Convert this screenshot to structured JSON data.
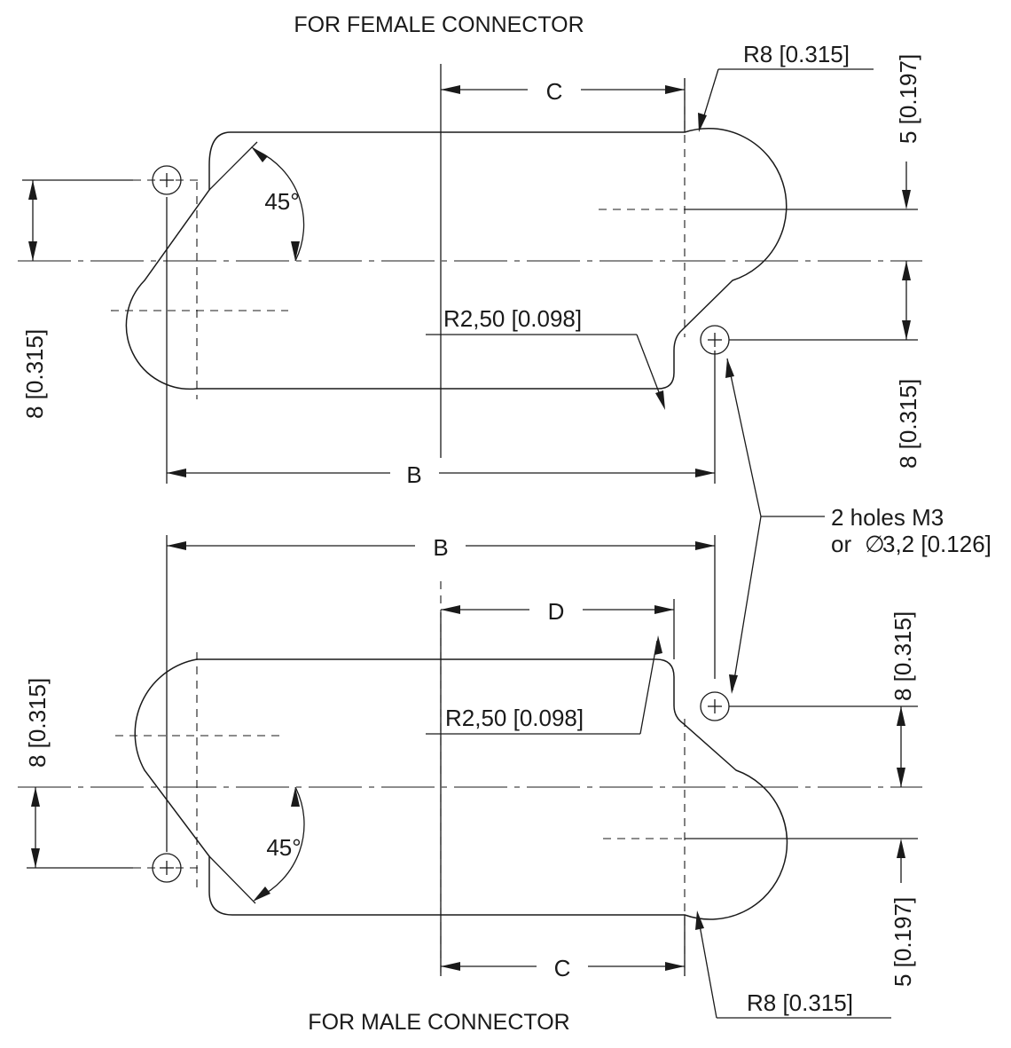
{
  "titles": {
    "female": "FOR FEMALE CONNECTOR",
    "male": "FOR MALE CONNECTOR"
  },
  "female": {
    "radius_outer": "R8 [0.315]",
    "dim_top_right": "5 [0.197]",
    "dim_c": "C",
    "angle": "45°",
    "dim_left": "8 [0.315]",
    "radius_inner": "R2,50 [0.098]",
    "dim_right": "8 [0.315]",
    "dim_b": "B"
  },
  "holes": {
    "line1": "2 holes M3",
    "symbol": "∅",
    "line2": "3,2 [0.126]",
    "prefix": "or"
  },
  "male": {
    "dim_b": "B",
    "dim_d": "D",
    "dim_right": "8 [0.315]",
    "dim_left": "8 [0.315]",
    "radius_inner": "R2,50 [0.098]",
    "angle": "45°",
    "dim_bottom_right": "5 [0.197]",
    "dim_c": "C",
    "radius_outer": "R8 [0.315]"
  }
}
